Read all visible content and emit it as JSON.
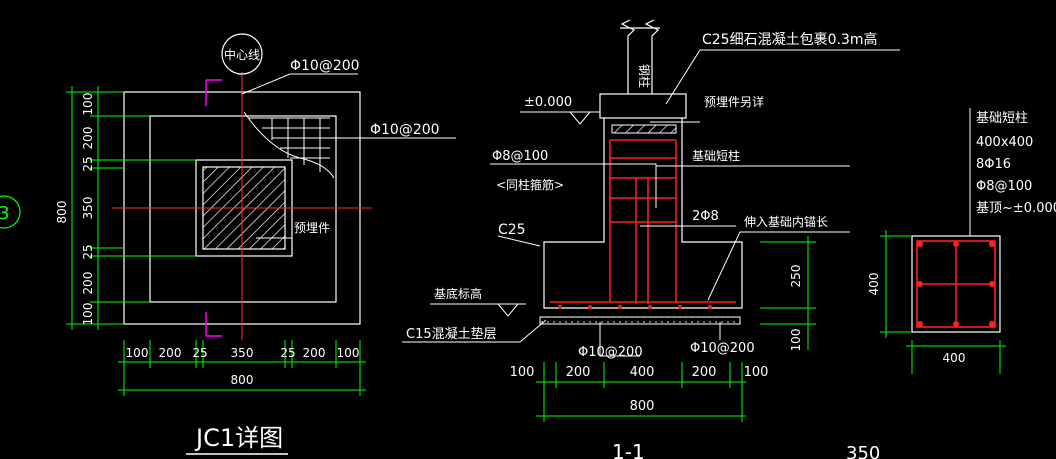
{
  "colors": {
    "background": "#000000",
    "line_white": "#ffffff",
    "dimension_green": "#00ff00",
    "rebar_red": "#ff2020",
    "centerline_red": "#ff3030",
    "embedded_magenta": "#ff00ff"
  },
  "plan": {
    "center_line_label": "中心线",
    "rebar_top_label": "Φ10@200",
    "rebar_right_label": "Φ10@200",
    "embedded_part_label": "预埋件",
    "left_dims": [
      "100",
      "200",
      "25",
      "350",
      "25",
      "200",
      "100"
    ],
    "left_total": "800",
    "bottom_dims": [
      "100",
      "200",
      "25",
      "350",
      "25",
      "200",
      "100"
    ],
    "bottom_total": "800",
    "axis_bubble": "3",
    "title": "JC1详图"
  },
  "section": {
    "encase_label": "C25细石混凝土包裹0.3m高",
    "column_label": "钢柱",
    "level_label": "±0.000",
    "embedded_label": "预埋件另详",
    "stirrup_label": "Φ8@100",
    "stirrup_note": "<同柱箍筋>",
    "short_column_label": "基础短柱",
    "bar_label": "2Φ8",
    "anchor_label": "伸入基础内锚长",
    "concrete_label": "C25",
    "base_level_label": "基底标高",
    "cushion_label": "C15混凝土垫层",
    "bottom_rebar_left": "Φ10@200",
    "bottom_rebar_right": "Φ10@200",
    "right_dims": [
      "250",
      "100"
    ],
    "bottom_dims": [
      "100",
      "200",
      "400",
      "200",
      "100"
    ],
    "bottom_total": "800",
    "title": "1-1"
  },
  "column_detail": {
    "notes": [
      "基础短柱",
      "400x400",
      "8Φ16",
      "Φ8@100",
      "基顶~±0.000"
    ],
    "height_dim": "400",
    "width_dim": "400",
    "partial_label": "350"
  }
}
